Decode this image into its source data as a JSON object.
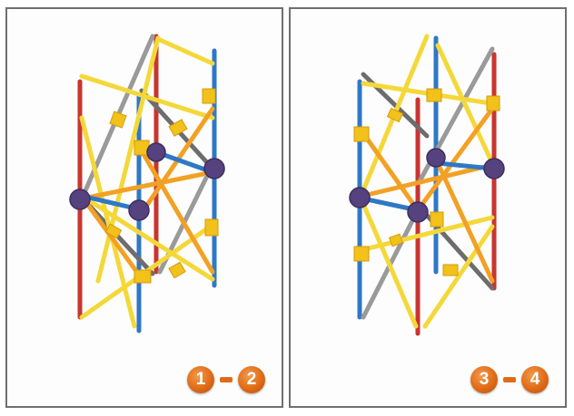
{
  "colors": {
    "red": "#c8352f",
    "blue": "#2e78c6",
    "gray": "#9a9a9a",
    "darkgray": "#6d6d6d",
    "yellow": "#f4d83a",
    "orange": "#f2a125",
    "connector_yellow": "#f2c21b",
    "hub_purple": "#55427f",
    "badge_orange": "#e06b17"
  },
  "panels": [
    {
      "name": "left-panel",
      "step_start": "1",
      "separator": "-",
      "step_end": "2"
    },
    {
      "name": "right-panel",
      "step_start": "3",
      "separator": "-",
      "step_end": "4"
    }
  ]
}
